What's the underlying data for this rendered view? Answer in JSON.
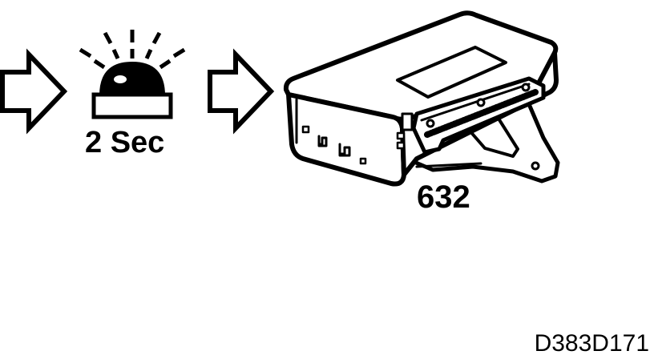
{
  "delay_label": "2 Sec",
  "module_number": "632",
  "figure_code": "D383D171",
  "colors": {
    "line": "#000000",
    "fill": "#ffffff"
  },
  "icons": [
    "arrow-right-icon",
    "warning-lamp-icon",
    "arrow-right-icon",
    "control-module-icon"
  ]
}
